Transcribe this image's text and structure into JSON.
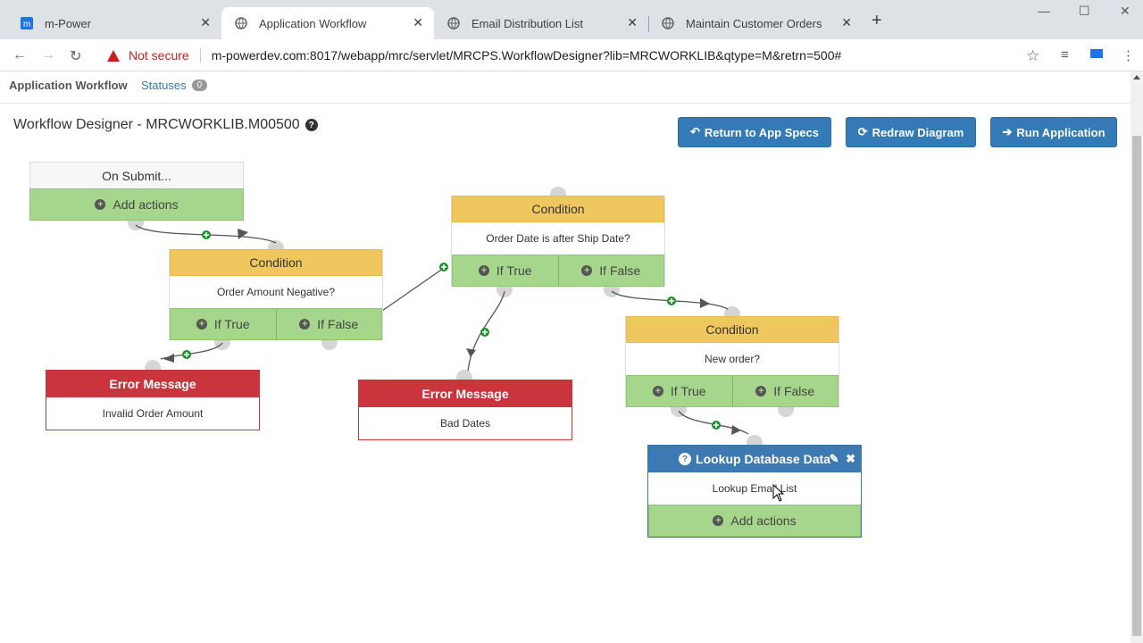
{
  "browser": {
    "tabs": [
      {
        "title": "m-Power",
        "active": false
      },
      {
        "title": "Application Workflow",
        "active": true
      },
      {
        "title": "Email Distribution List",
        "active": false
      },
      {
        "title": "Maintain Customer Orders",
        "active": false
      }
    ],
    "not_secure_label": "Not secure",
    "url": "m-powerdev.com:8017/webapp/mrc/servlet/MRCPS.WorkflowDesigner?lib=MRCWORKLIB&qtype=M&retrn=500#"
  },
  "app": {
    "tab_active": "Application Workflow",
    "tab_statuses": "Statuses",
    "statuses_count": "0",
    "page_title": "Workflow Designer - MRCWORKLIB.M00500",
    "buttons": {
      "return": "Return to App Specs",
      "redraw": "Redraw Diagram",
      "run": "Run Application"
    }
  },
  "nodes": {
    "on_submit": {
      "header": "On Submit...",
      "action": "Add actions"
    },
    "cond1": {
      "header": "Condition",
      "text": "Order Amount Negative?",
      "true": "If True",
      "false": "If False"
    },
    "cond2": {
      "header": "Condition",
      "text": "Order Date is after Ship Date?",
      "true": "If True",
      "false": "If False"
    },
    "cond3": {
      "header": "Condition",
      "text": "New order?",
      "true": "If True",
      "false": "If False"
    },
    "err1": {
      "header": "Error Message",
      "text": "Invalid Order Amount"
    },
    "err2": {
      "header": "Error Message",
      "text": "Bad Dates"
    },
    "lookup": {
      "header": "Lookup Database Data",
      "text": "Lookup Email List",
      "action": "Add actions"
    }
  },
  "colors": {
    "primary": "#337ab7",
    "condition": "#f0c75e",
    "error": "#c9343d",
    "action_green": "#a6d68c",
    "lookup": "#3d7ab4"
  }
}
